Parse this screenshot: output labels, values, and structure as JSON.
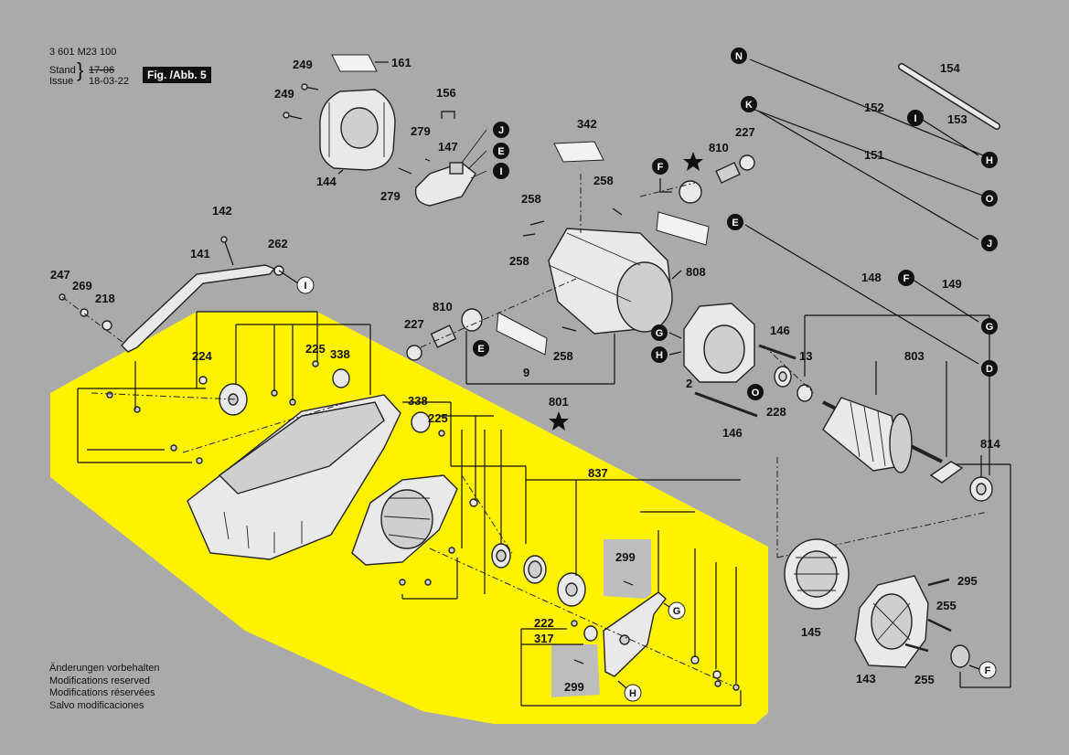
{
  "header": {
    "doc_number": "3 601 M23 100",
    "stand_label": "Stand",
    "issue_label": "Issue",
    "old_date": "17-06",
    "new_date": "18-03-22",
    "figure": "Fig. /Abb. 5"
  },
  "notes": [
    "Änderungen vorbehalten",
    "Modifications reserved",
    "Modifications réservées",
    "Salvo modificaciones"
  ],
  "callouts": {
    "c161": "161",
    "c249a": "249",
    "c249b": "249",
    "c144": "144",
    "c156": "156",
    "c279a": "279",
    "c279b": "279",
    "c147": "147",
    "c342": "342",
    "c258a": "258",
    "c258b": "258",
    "c258c": "258",
    "c258d": "258",
    "c808": "808",
    "c810a": "810",
    "c810b": "810",
    "c227a": "227",
    "c227b": "227",
    "c9": "9",
    "c801": "801",
    "c154": "154",
    "c152": "152",
    "c153": "153",
    "c151": "151",
    "c148": "148",
    "c149": "149",
    "c142": "142",
    "c141": "141",
    "c262": "262",
    "c247": "247",
    "c269": "269",
    "c218": "218",
    "c224": "224",
    "c225a": "225",
    "c225b": "225",
    "c338a": "338",
    "c338b": "338",
    "c837": "837",
    "c299a": "299",
    "c299b": "299",
    "c222": "222",
    "c317": "317",
    "c146a": "146",
    "c146b": "146",
    "c13": "13",
    "c2": "2",
    "c228": "228",
    "c803": "803",
    "c814": "814",
    "c295": "295",
    "c255a": "255",
    "c255b": "255",
    "c145": "145",
    "c143": "143"
  },
  "markers": {
    "J1": "J",
    "E1": "E",
    "I1": "I",
    "I2": "I",
    "F1": "F",
    "E2": "E",
    "G1": "G",
    "H1": "H",
    "O1": "O",
    "N1": "N",
    "K1": "K",
    "I3": "I",
    "H2": "H",
    "O2": "O",
    "J2": "J",
    "E3": "E",
    "F2": "F",
    "G2": "G",
    "D1": "D",
    "G3": "G",
    "H3": "H",
    "F3": "F"
  },
  "colors": {
    "background": "#aaaaaa",
    "highlight": "#fff200",
    "callout_box": "#bdbdbd"
  }
}
